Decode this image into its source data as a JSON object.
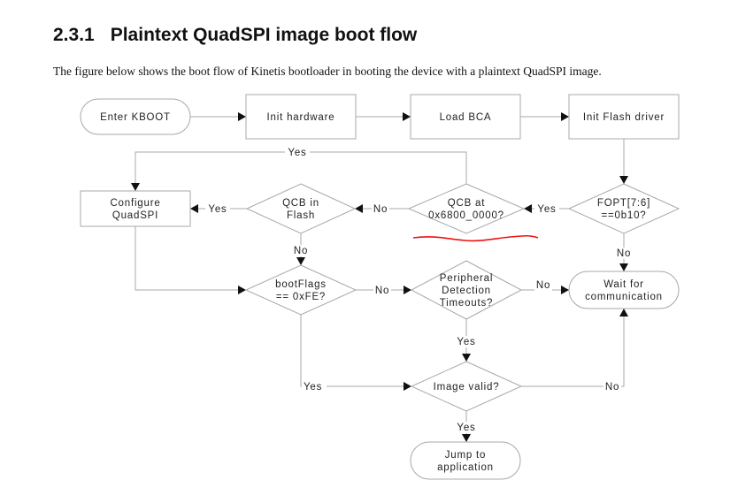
{
  "section": {
    "number": "2.3.1",
    "title": "Plaintext QuadSPI image boot flow",
    "intro": "The figure below shows the boot flow of Kinetis bootloader in booting the device with a plaintext QuadSPI image."
  },
  "flowchart": {
    "nodes": {
      "enter_kboot": {
        "type": "terminator",
        "lines": [
          "Enter KBOOT"
        ]
      },
      "init_hardware": {
        "type": "process",
        "lines": [
          "Init hardware"
        ]
      },
      "load_bca": {
        "type": "process",
        "lines": [
          "Load BCA"
        ]
      },
      "init_flash_driver": {
        "type": "process",
        "lines": [
          "Init Flash driver"
        ]
      },
      "fopt_check": {
        "type": "decision",
        "lines": [
          "FOPT[7:6]",
          "==0b10?"
        ]
      },
      "qcb_at_addr": {
        "type": "decision",
        "lines": [
          "QCB at",
          "0x6800_0000?"
        ]
      },
      "qcb_in_flash": {
        "type": "decision",
        "lines": [
          "QCB in",
          "Flash"
        ]
      },
      "configure_quadspi": {
        "type": "process",
        "lines": [
          "Configure",
          "QuadSPI"
        ]
      },
      "bootflags_check": {
        "type": "decision",
        "lines": [
          "bootFlags",
          "== 0xFE?"
        ]
      },
      "peripheral_timeout": {
        "type": "decision",
        "lines": [
          "Peripheral",
          "Detection",
          "Timeouts?"
        ]
      },
      "wait_comm": {
        "type": "terminator",
        "lines": [
          "Wait for",
          "communication"
        ]
      },
      "image_valid": {
        "type": "decision",
        "lines": [
          "Image valid?"
        ]
      },
      "jump_app": {
        "type": "terminator",
        "lines": [
          "Jump to",
          "application"
        ]
      }
    },
    "edges": [
      {
        "from": "enter_kboot",
        "to": "init_hardware",
        "label": ""
      },
      {
        "from": "init_hardware",
        "to": "load_bca",
        "label": ""
      },
      {
        "from": "load_bca",
        "to": "init_flash_driver",
        "label": ""
      },
      {
        "from": "init_flash_driver",
        "to": "fopt_check",
        "label": ""
      },
      {
        "from": "fopt_check",
        "to": "qcb_at_addr",
        "label": "Yes"
      },
      {
        "from": "fopt_check",
        "to": "wait_comm",
        "label": "No"
      },
      {
        "from": "qcb_at_addr",
        "to": "configure_quadspi",
        "label": "Yes"
      },
      {
        "from": "qcb_at_addr",
        "to": "qcb_in_flash",
        "label": "No"
      },
      {
        "from": "qcb_in_flash",
        "to": "configure_quadspi",
        "label": "Yes"
      },
      {
        "from": "qcb_in_flash",
        "to": "bootflags_check",
        "label": "No"
      },
      {
        "from": "configure_quadspi",
        "to": "bootflags_check",
        "label": ""
      },
      {
        "from": "bootflags_check",
        "to": "peripheral_timeout",
        "label": "No"
      },
      {
        "from": "bootflags_check",
        "to": "image_valid",
        "label": "Yes"
      },
      {
        "from": "peripheral_timeout",
        "to": "wait_comm",
        "label": "No"
      },
      {
        "from": "peripheral_timeout",
        "to": "image_valid",
        "label": "Yes"
      },
      {
        "from": "image_valid",
        "to": "jump_app",
        "label": "Yes"
      },
      {
        "from": "image_valid",
        "to": "wait_comm",
        "label": "No"
      }
    ],
    "annotation": {
      "type": "red-underline",
      "target": "qcb_at_addr",
      "color": "#ee1111"
    }
  }
}
